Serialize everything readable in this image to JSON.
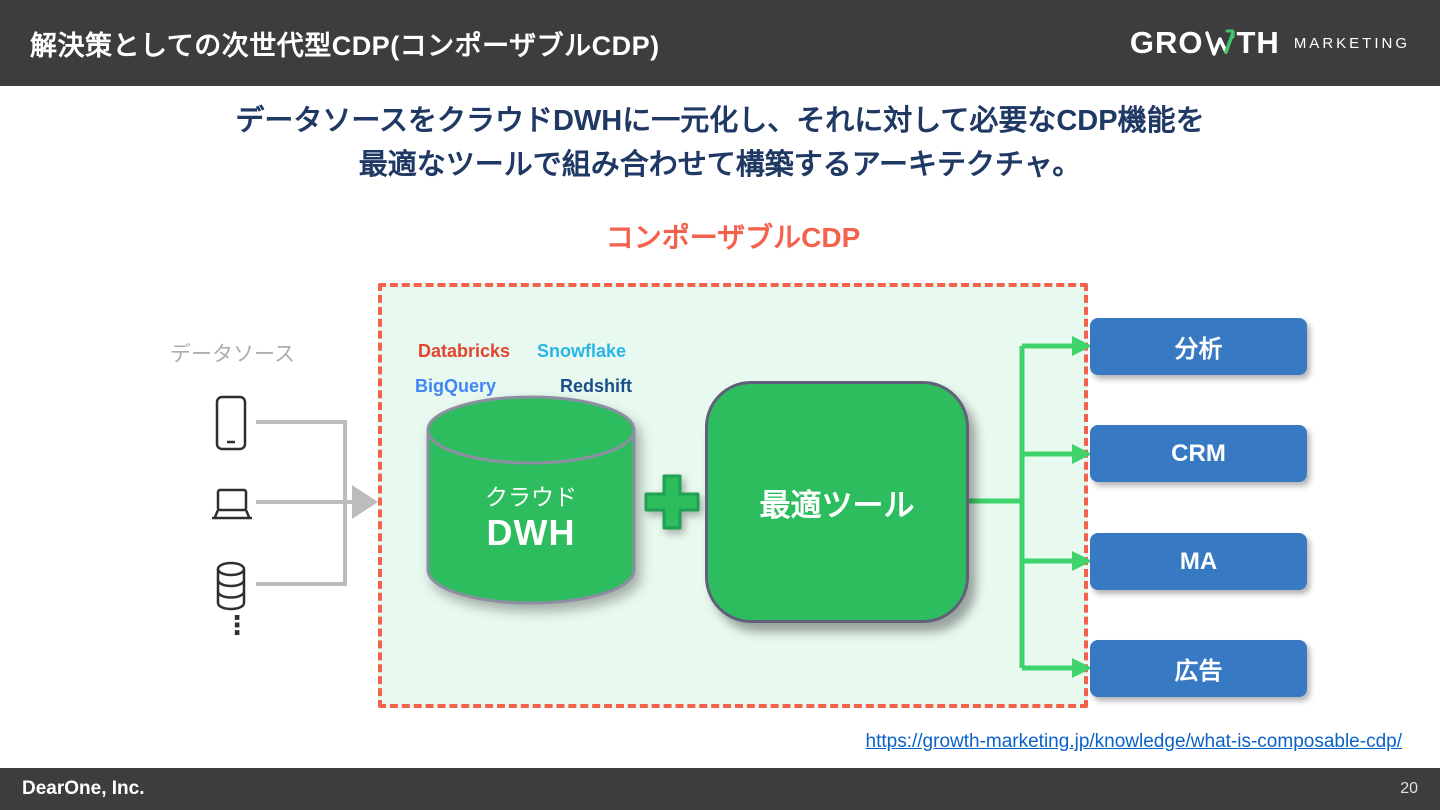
{
  "header": {
    "title": "解決策としての次世代型CDP(コンポーザブルCDP)",
    "logo": {
      "gro": "GRO",
      "th": "TH",
      "marketing": "MARKETING"
    }
  },
  "heading": {
    "line1": "データソースをクラウドDWHに一元化し、それに対して必要なCDP機能を",
    "line2": "最適なツールで組み合わせて構築するアーキテクチャ。"
  },
  "diagram": {
    "title": "コンポーザブルCDP",
    "datasource_label": "データソース",
    "more_indicator": "⋮",
    "vendors": [
      {
        "name": "Databricks",
        "color": "#E2442D"
      },
      {
        "name": "Snowflake",
        "color": "#29B5E8"
      },
      {
        "name": "BigQuery",
        "color": "#4285F4"
      },
      {
        "name": "Redshift",
        "color": "#1A4E8A"
      }
    ],
    "dwh": {
      "line1": "クラウド",
      "line2": "DWH"
    },
    "tool": "最適ツール",
    "outputs": [
      "分析",
      "CRM",
      "MA",
      "広告"
    ],
    "colors": {
      "accent_red": "#F4624E",
      "shape_green": "#2EBD5E",
      "area_bg_green": "#E8F9EF",
      "output_blue": "#3879C4",
      "connector_green": "#3ED36B",
      "connector_gray": "#BCBCBC",
      "heading_navy": "#1F3864"
    }
  },
  "link": {
    "url_text": "https://growth-marketing.jp/knowledge/what-is-composable-cdp/"
  },
  "footer": {
    "company": "DearOne, Inc.",
    "page": "20"
  }
}
